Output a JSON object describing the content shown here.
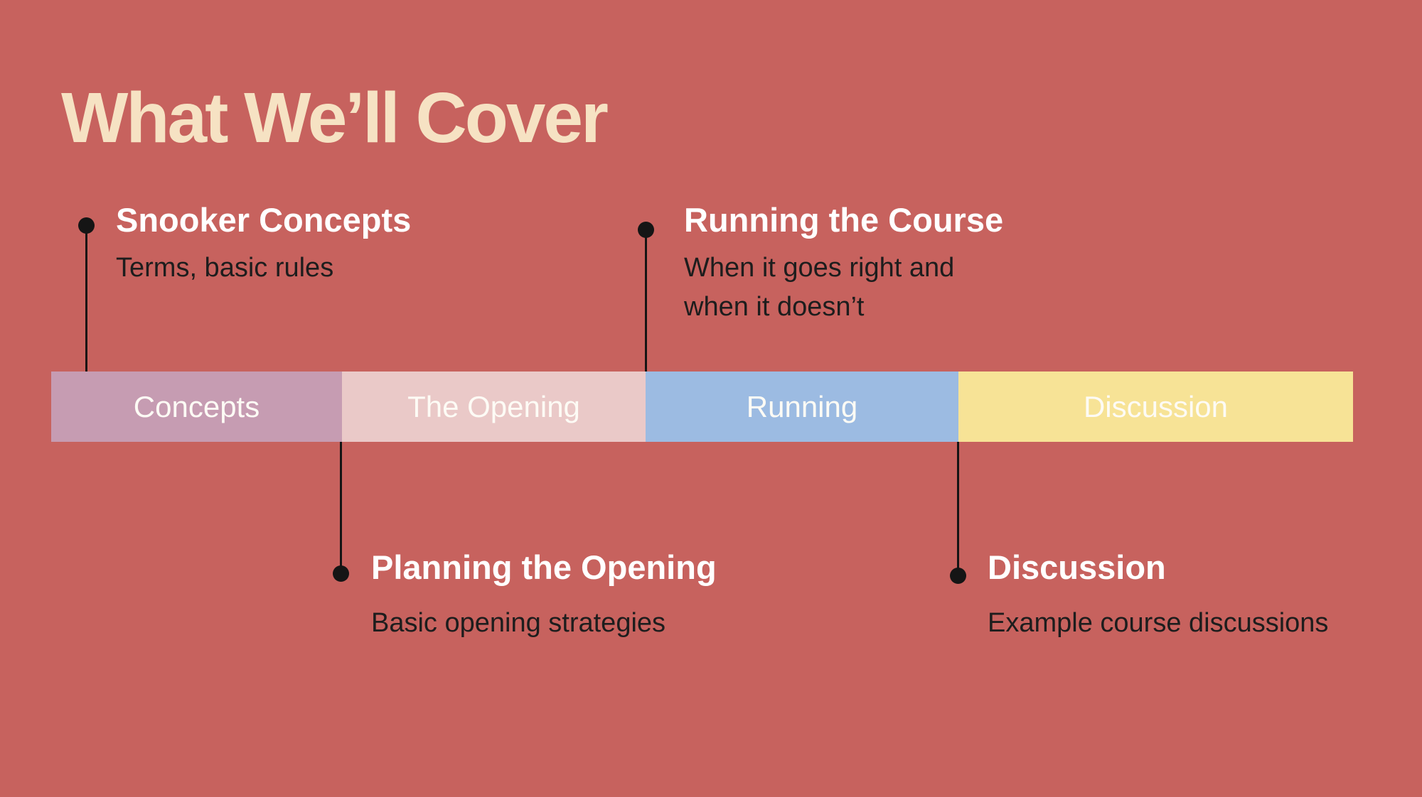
{
  "slide": {
    "title": "What We’ll Cover",
    "background_color": "#c7625e",
    "title_color": "#f6e2c3"
  },
  "timeline": {
    "segments": [
      {
        "label": "Concepts",
        "color": "#c69cb2"
      },
      {
        "label": "The Opening",
        "color": "#eac9c8"
      },
      {
        "label": "Running",
        "color": "#9cbbe2"
      },
      {
        "label": "Discussion",
        "color": "#f7e396"
      }
    ],
    "label_color": "#fdfbf5",
    "connector_color": "#151515"
  },
  "callouts": [
    {
      "title": "Snooker Concepts",
      "subtitle": "Terms, basic rules",
      "position": "above-bar"
    },
    {
      "title": "Running the Course",
      "subtitle": "When it goes right and",
      "subtitle2": "when it doesn’t",
      "position": "above-bar"
    },
    {
      "title": "Planning the Opening",
      "subtitle": "Basic opening strategies",
      "position": "below-bar"
    },
    {
      "title": "Discussion",
      "subtitle": "Example course discussions",
      "position": "below-bar"
    }
  ]
}
